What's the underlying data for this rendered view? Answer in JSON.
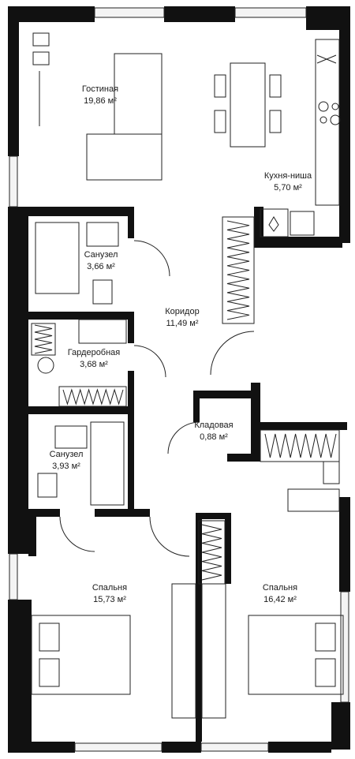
{
  "rooms": [
    {
      "id": "living",
      "name": "Гостиная",
      "area": "19,86 м²"
    },
    {
      "id": "kitchen",
      "name": "Кухня-ниша",
      "area": "5,70 м²"
    },
    {
      "id": "bath1",
      "name": "Санузел",
      "area": "3,66 м²"
    },
    {
      "id": "corridor",
      "name": "Коридор",
      "area": "11,49 м²"
    },
    {
      "id": "wardrobe",
      "name": "Гардеробная",
      "area": "3,68 м²"
    },
    {
      "id": "storage",
      "name": "Кладовая",
      "area": "0,88 м²"
    },
    {
      "id": "bath2",
      "name": "Санузел",
      "area": "3,93 м²"
    },
    {
      "id": "bedroom1",
      "name": "Спальня",
      "area": "15,73 м²"
    },
    {
      "id": "bedroom2",
      "name": "Спальня",
      "area": "16,42 м²"
    }
  ],
  "colors": {
    "wall": "#111111",
    "line": "#222222",
    "background": "#ffffff",
    "window": "#f4f4f4"
  }
}
